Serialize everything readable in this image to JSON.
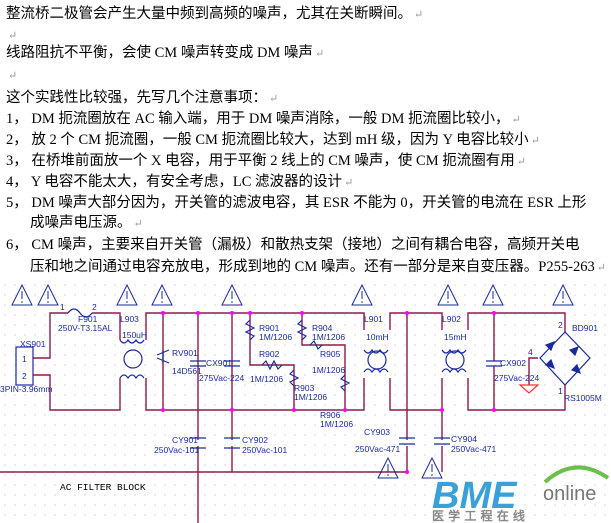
{
  "document": {
    "lines": [
      "整流桥二极管会产生大量中频到高频的噪声，尤其在关断瞬间。",
      "",
      "线路阻抗不平衡，会使 CM 噪声转变成 DM 噪声",
      "",
      "这个实践性比较强，先写几个注意事项：",
      "1， DM 扼流圈放在 AC 输入端，用于 DM 噪声消除，一般 DM 扼流圈比较小，",
      "2， 放 2 个 CM 扼流圈，一般 CM 扼流圈比较大，达到 mH 级，因为 Y 电容比较小",
      "3， 在桥堆前面放一个 X 电容，用于平衡 2 线上的 CM 噪声，使 CM 扼流圈有用",
      "4， Y 电容不能太大，有安全考虑，LC 滤波器的设计",
      "5， DM 噪声大部分因为，开关管的滤波电容，其 ESR 不能为 0，开关管的电流在 ESR 上形",
      "成噪声电压源。",
      "6， CM 噪声，主要来自开关管（漏极）和散热支架（接地）之间有耦合电容，高频开关电",
      "压和地之间通过电容充放电，形成到地的 CM 噪声。还有一部分是来自变压器。P255-263"
    ],
    "paragraph_mark": "↵"
  },
  "schematic": {
    "block_title": "AC FILTER BLOCK",
    "labels": {
      "xs901": "XS901",
      "pin1": "1",
      "pin2": "2",
      "xs_val": "3PIN-3.96mm",
      "f901": "F901",
      "f_val": "250V-T3.15AL",
      "f_p1": "1",
      "f_p2": "2",
      "l903": "L903",
      "l903_val": "150uH",
      "rv901": "RV901",
      "rv_val": "14D561",
      "cx901": "CX901",
      "cx901_val": "275Vac-224",
      "r901": "R901",
      "r901_val": "1M/1206",
      "r902": "R902",
      "r902_val": "1M/1206",
      "r903": "R903",
      "r903_val": "1M/1206",
      "r904": "R904",
      "r904_val": "1M/1206",
      "r905": "R905",
      "r905_val": "1M/1206",
      "r906": "R906",
      "r906_val": "1M/1206",
      "l901": "L901",
      "l901_val": "10mH",
      "l902": "L902",
      "l902_val": "15mH",
      "cx902": "CX902",
      "cx902_val": "275Vac-224",
      "bd901": "BD901",
      "bd_val": "RS1005M",
      "bd_p4": "4",
      "bd_p2": "2",
      "bd_p1": "1",
      "cy901": "CY901",
      "cy901_val": "250Vac-101",
      "cy902": "CY902",
      "cy902_val": "250Vac-101",
      "cy903": "CY903",
      "cy903_val": "250Vac-471",
      "cy904": "CY904",
      "cy904_val": "250Vac-471"
    }
  },
  "watermark": {
    "brand": "BME",
    "brand_suffix": "online",
    "tagline": "医 学 工 程 在 线"
  },
  "colors": {
    "wire": "#8b1a4a",
    "node": "#ff00ff",
    "part": "#1a2a9a",
    "pin": "#ff3030",
    "logo": "#3aa0d8"
  }
}
